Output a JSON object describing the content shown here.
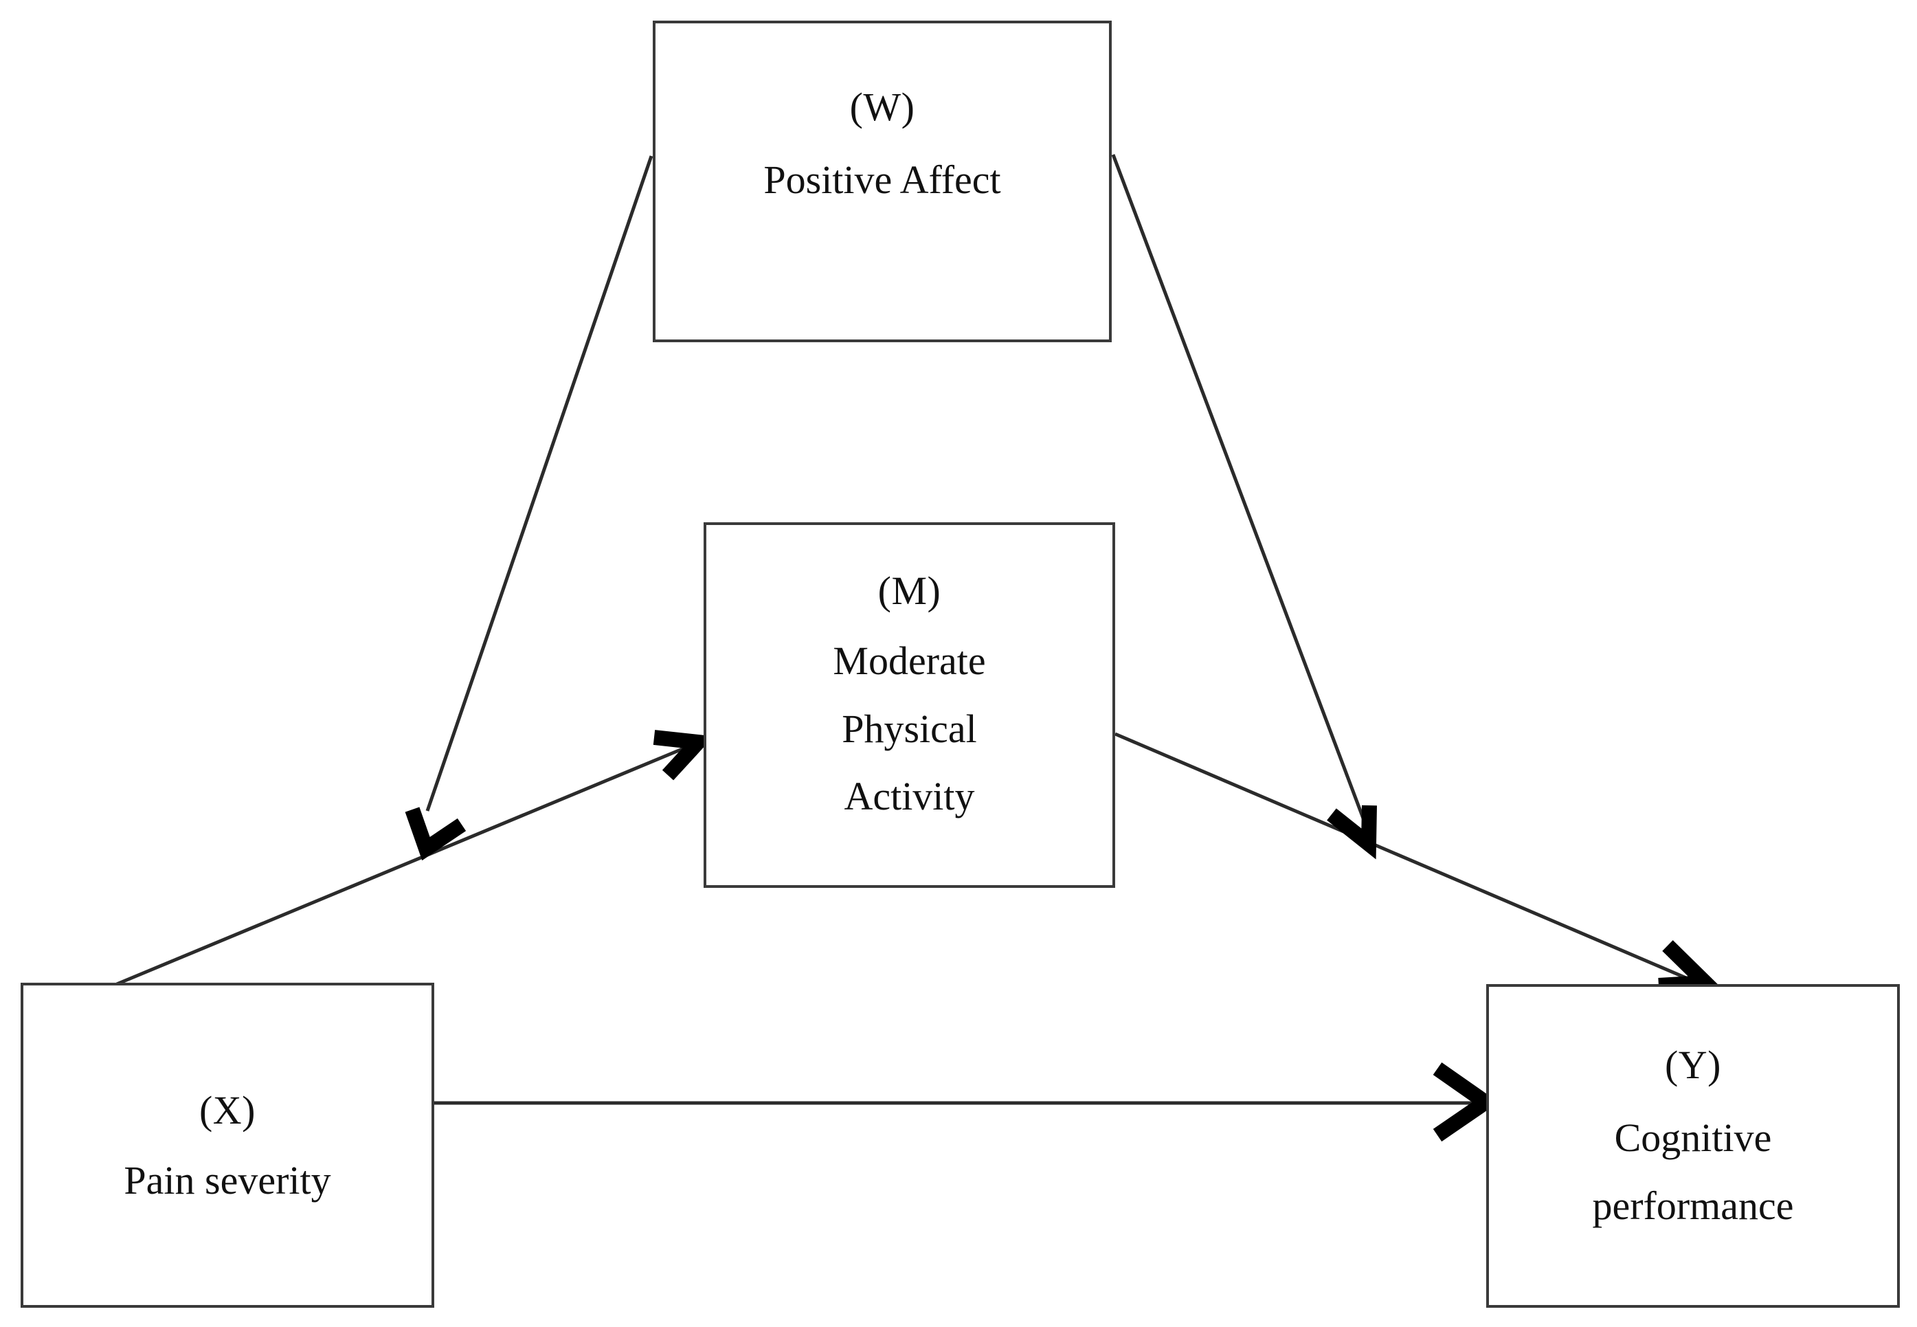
{
  "diagram": {
    "type": "moderated-mediation-path-model",
    "background_color": "#ffffff",
    "box_border_color": "#3a3a3a",
    "line_color": "#2b2b2b",
    "text_color": "#111111",
    "nodes": [
      {
        "id": "W",
        "code": "(W)",
        "label_lines": [
          "Positive Affect"
        ],
        "role": "moderator"
      },
      {
        "id": "M",
        "code": "(M)",
        "label_lines": [
          "Moderate",
          "Physical",
          "Activity"
        ],
        "role": "mediator"
      },
      {
        "id": "X",
        "code": "(X)",
        "label_lines": [
          "Pain severity"
        ],
        "role": "predictor"
      },
      {
        "id": "Y",
        "code": "(Y)",
        "label_lines": [
          "Cognitive",
          "performance"
        ],
        "role": "outcome"
      }
    ],
    "edges": [
      {
        "id": "x-to-m",
        "from": "X",
        "to": "M",
        "style": "solid",
        "arrowhead": true
      },
      {
        "id": "m-to-y",
        "from": "M",
        "to": "Y",
        "style": "solid",
        "arrowhead": true
      },
      {
        "id": "x-to-y",
        "from": "X",
        "to": "Y",
        "style": "solid",
        "arrowhead": true
      },
      {
        "id": "w-to-a",
        "from": "W",
        "to": "x-to-m",
        "style": "solid",
        "arrowhead": true
      },
      {
        "id": "w-to-b",
        "from": "W",
        "to": "m-to-y",
        "style": "solid",
        "arrowhead": true
      }
    ]
  }
}
